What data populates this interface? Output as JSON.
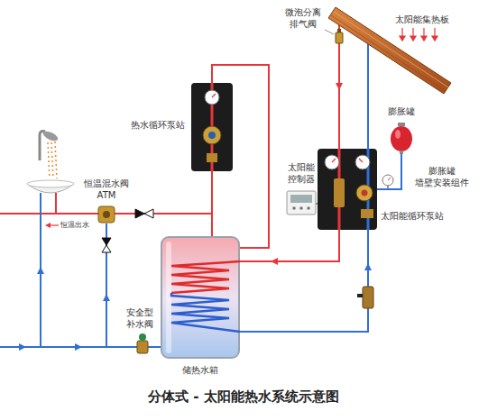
{
  "diagram": {
    "caption": "分体式 - 太阳能热水系统示意图",
    "nodes": [
      {
        "text": [
          "太阳能集热板"
        ]
      },
      {
        "text": [
          "储热水箱"
        ]
      }
    ],
    "labels": [
      "微泡分离 排气阀",
      "热水循环泵站",
      "膨胀罐",
      "太阳能 控制器",
      "膨胀罐 墙壁安装组件",
      "太阳能循环泵站",
      "恒温混水阀 ATM",
      "恒温出水",
      "安全型 补水阀"
    ]
  }
}
